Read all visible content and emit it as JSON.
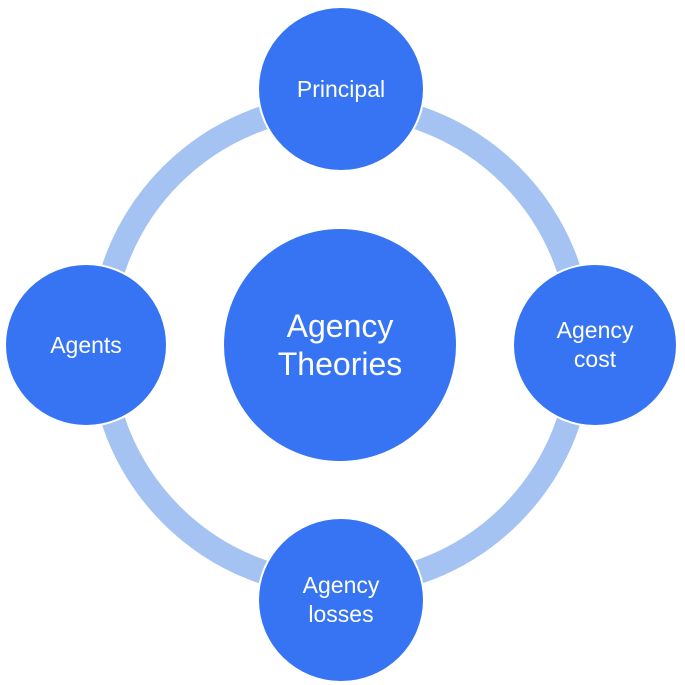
{
  "diagram": {
    "center": {
      "line1": "Agency",
      "line2": "Theories"
    },
    "top": {
      "line1": "Principal"
    },
    "right": {
      "line1": "Agency",
      "line2": "cost"
    },
    "bottom": {
      "line1": "Agency",
      "line2": "losses"
    },
    "left": {
      "line1": "Agents"
    }
  },
  "colors": {
    "node_fill": "#3674f4",
    "ring": "#a4c3f2",
    "node_border": "#ffffff",
    "text": "#ffffff"
  }
}
